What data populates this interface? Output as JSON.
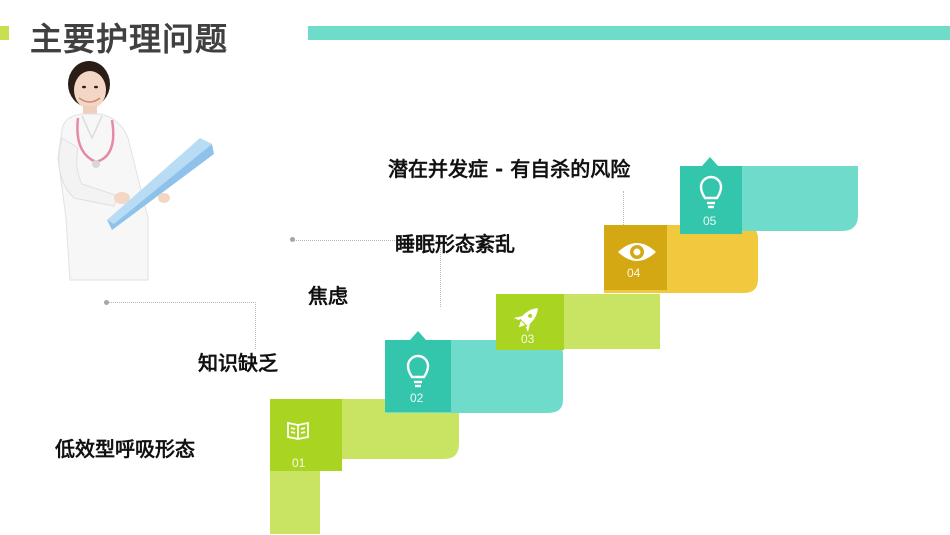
{
  "page": {
    "title": "主要护理问题"
  },
  "steps": [
    {
      "number": "01",
      "label": "低效型呼吸形态",
      "icon": "book-icon",
      "color": "#c9e463"
    },
    {
      "number": "02",
      "label": "知识缺乏",
      "icon": "lightbulb-icon",
      "color": "#6fdccb"
    },
    {
      "number": "03",
      "label": "焦虑",
      "icon": "rocket-icon",
      "color": "#c9e463"
    },
    {
      "number": "04",
      "label": "睡眠形态紊乱",
      "icon": "eye-icon",
      "color": "#f0c93c"
    },
    {
      "number": "05",
      "label": "潜在并发症 - 有自杀的风险",
      "icon": "lightbulb-icon",
      "color": "#6fdccb"
    }
  ],
  "colors": {
    "title_text": "#404040",
    "title_bar": "#6fdcc9",
    "title_accent": "#c8e04f",
    "green": "#c9e463",
    "green_dark": "#a9d422",
    "teal": "#6fdccb",
    "teal_dark": "#33c6ad",
    "yellow": "#f0c93c",
    "yellow_dark": "#d3a812"
  }
}
